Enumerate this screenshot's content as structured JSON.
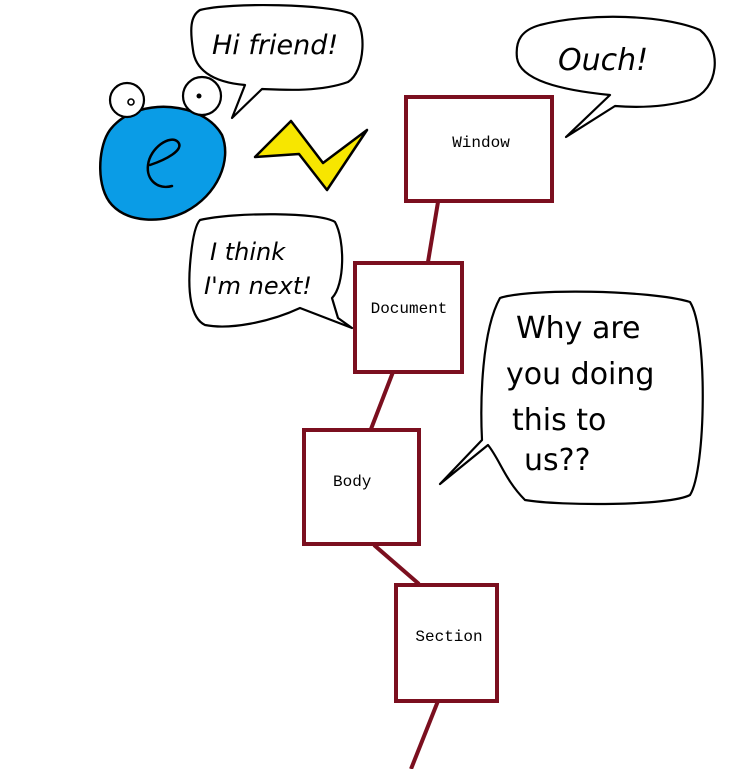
{
  "diagram": {
    "nodes": [
      {
        "id": "window",
        "label": "Window"
      },
      {
        "id": "document",
        "label": "Document"
      },
      {
        "id": "body",
        "label": "Body"
      },
      {
        "id": "section",
        "label": "Section"
      }
    ],
    "edges": [
      {
        "from": "window",
        "to": "document"
      },
      {
        "from": "document",
        "to": "body"
      },
      {
        "from": "body",
        "to": "section"
      },
      {
        "from": "section",
        "to": "off-page"
      }
    ],
    "colors": {
      "node_border": "#7b0f1f",
      "connector": "#7b0f1f",
      "mascot_body": "#0a9ce6",
      "lightning": "#f7e600"
    }
  },
  "speech": {
    "mascot": [
      "Hi friend!"
    ],
    "window": [
      "Ouch!"
    ],
    "document": [
      "I think",
      "I'm next!"
    ],
    "body": [
      "Why are",
      "you doing",
      "this to",
      "us??"
    ]
  },
  "mascot": {
    "letter": "e",
    "icon": "cartoon-e-mascot-icon"
  }
}
